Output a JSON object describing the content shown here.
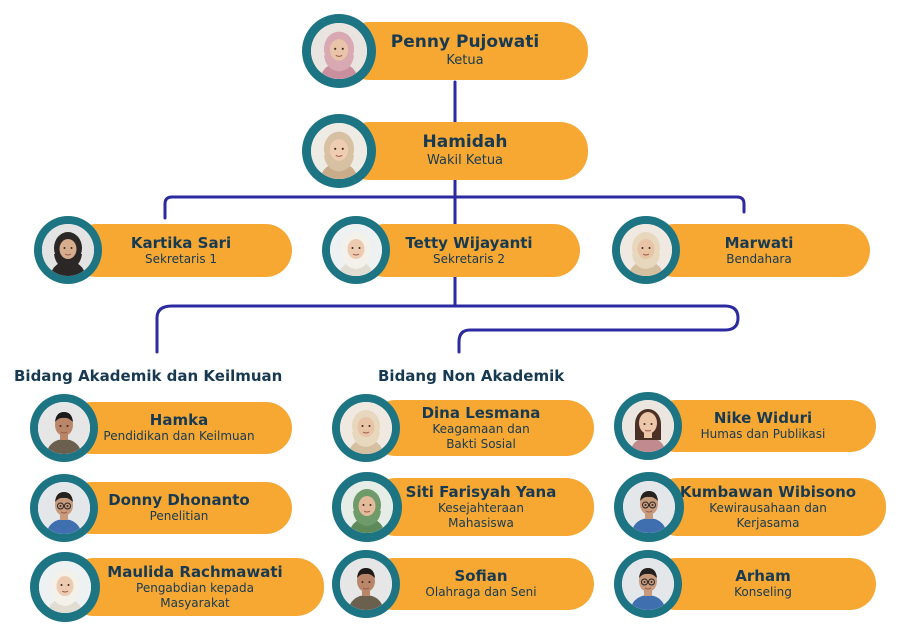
{
  "colors": {
    "pill": "#f6a833",
    "ring": "#1d7483",
    "text": "#173a52",
    "connector": "#2b2aa0"
  },
  "top": [
    {
      "id": "ketua",
      "name": "Penny Pujowati",
      "role": "Ketua",
      "avatar": "hijab-pink"
    },
    {
      "id": "wakil",
      "name": "Hamidah",
      "role": "Wakil Ketua",
      "avatar": "hijab-beige"
    }
  ],
  "row2": [
    {
      "id": "sekretaris1",
      "name": "Kartika Sari",
      "role": "Sekretaris 1",
      "avatar": "hijab-black"
    },
    {
      "id": "sekretaris2",
      "name": "Tetty Wijayanti",
      "role": "Sekretaris 2",
      "avatar": "hijab-white"
    },
    {
      "id": "bendahara",
      "name": "Marwati",
      "role": "Bendahara",
      "avatar": "hijab-cream"
    }
  ],
  "divisions": [
    {
      "id": "akademik",
      "title": "Bidang Akademik dan Keilmuan",
      "members": [
        {
          "name": "Hamka",
          "role": "Pendidikan dan Keilmuan",
          "avatar": "man-dark"
        },
        {
          "name": "Donny Dhonanto",
          "role": "Penelitian",
          "avatar": "man-glasses"
        },
        {
          "name": "Maulida Rachmawati",
          "role": "Pengabdian kepada Masyarakat",
          "avatar": "hijab-white"
        }
      ]
    },
    {
      "id": "non-akademik",
      "title": "Bidang Non Akademik",
      "members": [
        {
          "name": "Dina Lesmana",
          "role": "Keagamaan dan Bakti Sosial",
          "avatar": "hijab-cream"
        },
        {
          "name": "Siti Farisyah Yana",
          "role": "Kesejahteraan Mahasiswa",
          "avatar": "hijab-green"
        },
        {
          "name": "Sofian",
          "role": "Olahraga dan Seni",
          "avatar": "man-dark"
        }
      ]
    },
    {
      "id": "lainnya",
      "title": "",
      "members": [
        {
          "name": "Nike Widuri",
          "role": "Humas dan Publikasi",
          "avatar": "woman-hair"
        },
        {
          "name": "Kumbawan Wibisono",
          "role": "Kewirausahaan dan Kerjasama",
          "avatar": "man-glasses"
        },
        {
          "name": "Arham",
          "role": "Konseling",
          "avatar": "man-glasses"
        }
      ]
    }
  ]
}
